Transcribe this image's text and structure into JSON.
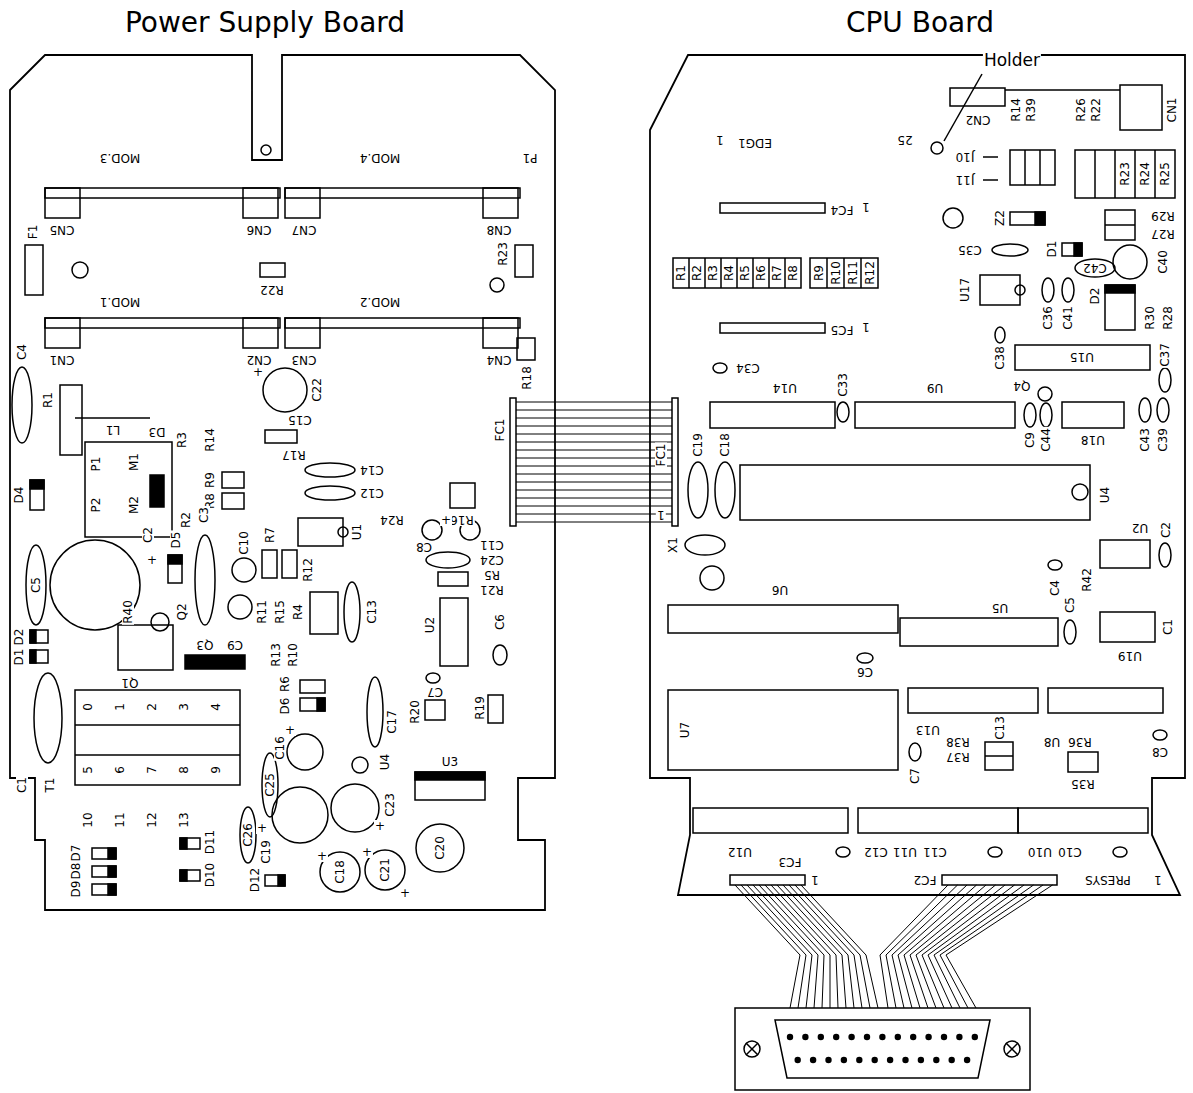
{
  "diagram": {
    "nodes": [
      {
        "text": [
          "Power Supply Board"
        ]
      },
      {
        "text": [
          "CPU Board"
        ]
      }
    ],
    "edges": [
      {
        "from": 0,
        "to": 1,
        "arrow": "none"
      }
    ],
    "labels": [
      "MOD.3",
      "MOD.4",
      "P1",
      "CN5",
      "CN6",
      "CN7",
      "CN8",
      "F1",
      "R22",
      "R23",
      "MOD.1",
      "MOD.2",
      "CN1",
      "CN2",
      "CN3",
      "CN4",
      "C4",
      "R18",
      "FC1",
      "R1",
      "L1",
      "D3",
      "R3",
      "P1",
      "M1",
      "P2",
      "M2",
      "D4",
      "R14",
      "R9",
      "R8",
      "C22",
      "C15",
      "R17",
      "C14",
      "C12",
      "R24",
      "R16",
      "C8",
      "C11",
      "C24",
      "R5",
      "R21",
      "U1",
      "C2",
      "R2",
      "C3",
      "D5",
      "C10",
      "R7",
      "R12",
      "C5",
      "C13",
      "U2",
      "C6",
      "R40",
      "Q2",
      "D2",
      "D1",
      "Q3",
      "C9",
      "Q1",
      "R11",
      "R15",
      "R4",
      "R13",
      "R10",
      "R6",
      "D6",
      "C7",
      "R20",
      "R19",
      "C17",
      "C1",
      "T1",
      "0",
      "1",
      "2",
      "3",
      "4",
      "5",
      "6",
      "7",
      "8",
      "9",
      "10",
      "11",
      "12",
      "13",
      "C16",
      "U4",
      "C25",
      "C23",
      "U3",
      "C26",
      "C19",
      "C18",
      "C21",
      "C20",
      "D11",
      "D10",
      "D12",
      "D7",
      "D8",
      "D9",
      "+",
      "+",
      "+",
      "+",
      "+",
      "+",
      "+",
      "+",
      "+",
      "Holder",
      "EDG1",
      "1",
      "25",
      "CN2",
      "CN1",
      "R14",
      "R39",
      "R26",
      "R22",
      "J10",
      "J11",
      "R23",
      "R24",
      "R25",
      "FC4",
      "1",
      "R29",
      "Z2",
      "D1",
      "R27",
      "C40",
      "C35",
      "R1",
      "R2",
      "R3",
      "R4",
      "R5",
      "R6",
      "R7",
      "R8",
      "R9",
      "R10",
      "R11",
      "R12",
      "C42",
      "D2",
      "U17",
      "C36",
      "C41",
      "R30",
      "R28",
      "FC5",
      "1",
      "C38",
      "C34",
      "U14",
      "C33",
      "U15",
      "U9",
      "C37",
      "Q4",
      "C9",
      "C44",
      "C43",
      "C39",
      "U18",
      "FC1",
      "1",
      "C19",
      "C18",
      "U4",
      "U2",
      "C2",
      "X1",
      "U6",
      "C4",
      "R42",
      "U5",
      "C5",
      "C1",
      "U19",
      "C6",
      "U7",
      "C13",
      "R38",
      "R37",
      "U13",
      "R36",
      "U8",
      "R35",
      "C8",
      "C7",
      "U12",
      "FC3",
      "1",
      "C12",
      "U11",
      "C11",
      "FC2",
      "U10",
      "C10",
      "PRESYS",
      "1"
    ]
  }
}
